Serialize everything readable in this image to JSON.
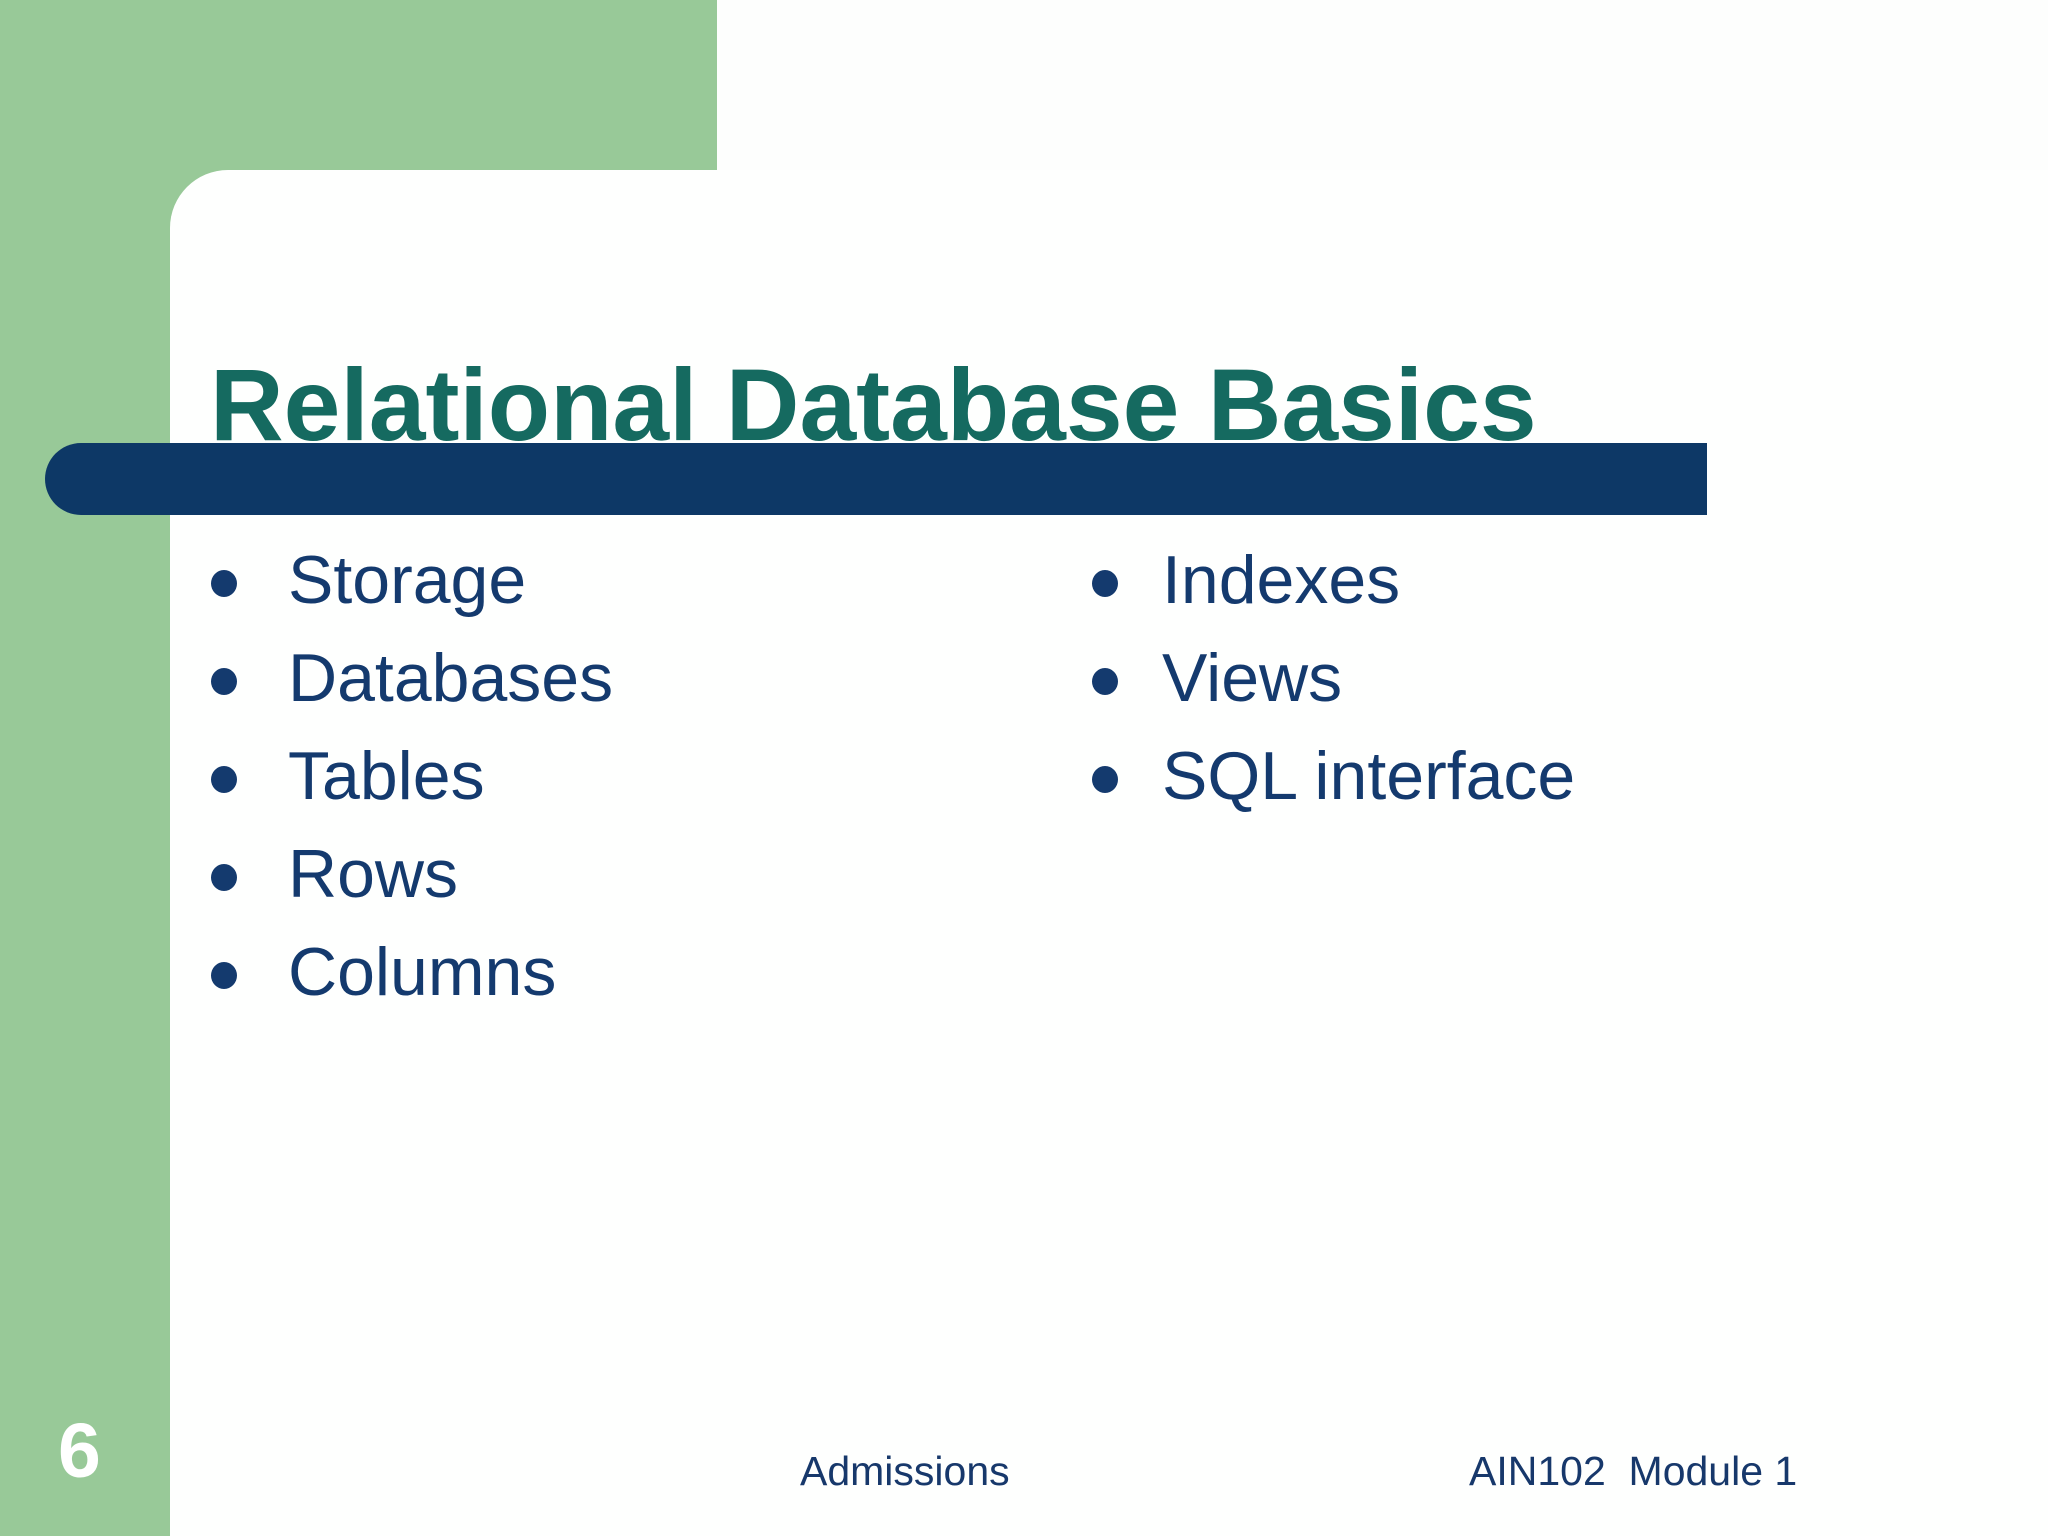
{
  "slide": {
    "title": "Relational Database Basics",
    "bullets_left": [
      "Storage",
      "Databases",
      "Tables",
      "Rows",
      "Columns"
    ],
    "bullets_right": [
      "Indexes",
      "Views",
      "SQL interface"
    ],
    "footer": {
      "center": "Admissions",
      "right": "AIN102  Module 1",
      "page_number": "6"
    },
    "colors": {
      "background_green": "#98C998",
      "card_white": "#FEFFFE",
      "accent_bar_navy": "#0D3866",
      "title_teal": "#156A60",
      "bullet_text_navy": "#143A6E",
      "footer_navy": "#17386B",
      "page_number_white": "#FFFFFF"
    }
  }
}
